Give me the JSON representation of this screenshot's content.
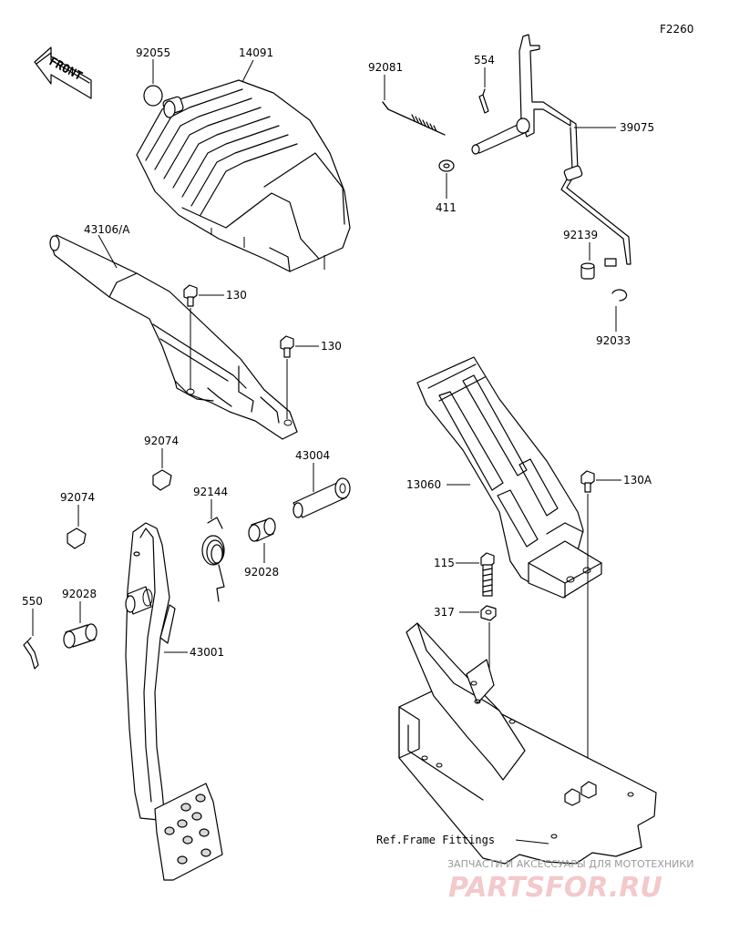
{
  "diagram_code": "F2260",
  "front_label": "FRONT",
  "parts": [
    {
      "id": "label-92055",
      "number": "92055"
    },
    {
      "id": "label-14091",
      "number": "14091"
    },
    {
      "id": "label-92081",
      "number": "92081"
    },
    {
      "id": "label-554",
      "number": "554"
    },
    {
      "id": "label-39075",
      "number": "39075"
    },
    {
      "id": "label-411",
      "number": "411"
    },
    {
      "id": "label-92139",
      "number": "92139"
    },
    {
      "id": "label-92033",
      "number": "92033"
    },
    {
      "id": "label-43106",
      "number": "43106/A"
    },
    {
      "id": "label-130-a",
      "number": "130"
    },
    {
      "id": "label-130-b",
      "number": "130"
    },
    {
      "id": "label-92074-a",
      "number": "92074"
    },
    {
      "id": "label-43004",
      "number": "43004"
    },
    {
      "id": "label-92074-b",
      "number": "92074"
    },
    {
      "id": "label-92144",
      "number": "92144"
    },
    {
      "id": "label-92028-a",
      "number": "92028"
    },
    {
      "id": "label-13060",
      "number": "13060"
    },
    {
      "id": "label-130a",
      "number": "130A"
    },
    {
      "id": "label-550",
      "number": "550"
    },
    {
      "id": "label-92028-b",
      "number": "92028"
    },
    {
      "id": "label-115",
      "number": "115"
    },
    {
      "id": "label-317",
      "number": "317"
    },
    {
      "id": "label-43001",
      "number": "43001"
    }
  ],
  "ref_label": "Ref.Frame Fittings",
  "watermark": {
    "line1": "ЗАПЧАСТИ И АКСЕССУАРЫ ДЛЯ МОТОТЕХНИКИ",
    "line2": "PARTSFOR.RU"
  }
}
